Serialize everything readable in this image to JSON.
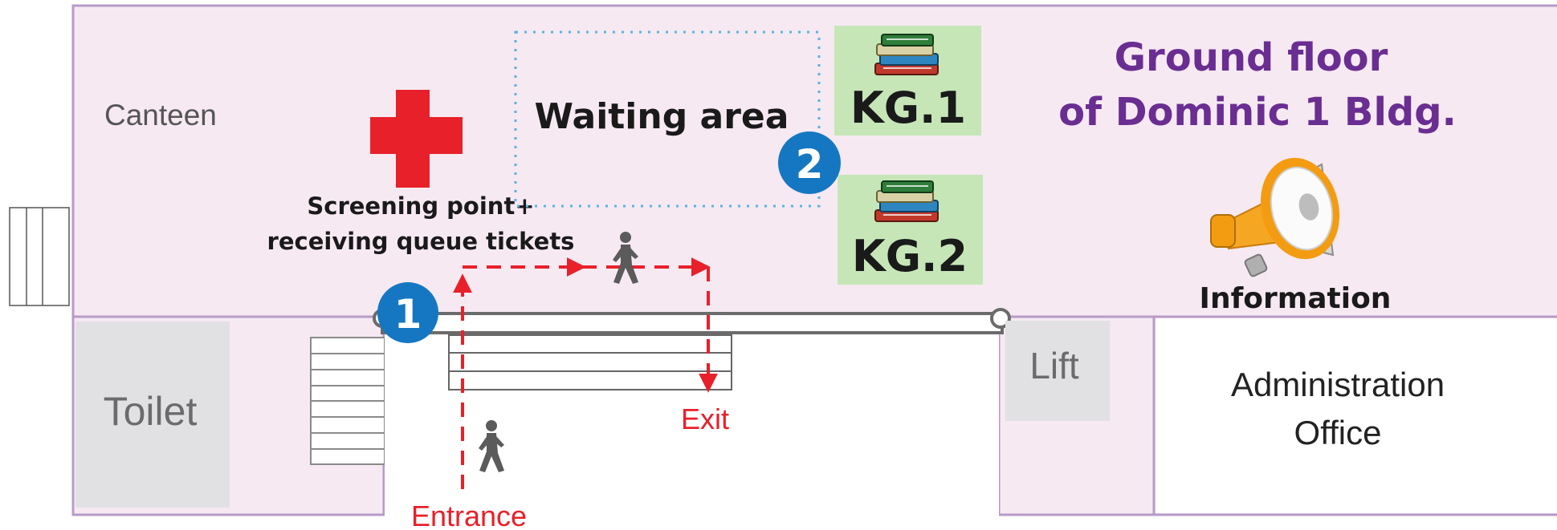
{
  "title": {
    "line1": "Ground floor",
    "line2": "of Dominic 1 Bldg."
  },
  "rooms": {
    "canteen": "Canteen",
    "toilet": "Toilet",
    "lift": "Lift",
    "admin_line1": "Administration",
    "admin_line2": "Office",
    "waiting_area": "Waiting area",
    "kg1": "KG.1",
    "kg2": "KG.2"
  },
  "labels": {
    "screening_line1": "Screening point+",
    "screening_line2": "receiving queue tickets",
    "information": "Information",
    "entrance": "Entrance",
    "exit": "Exit"
  },
  "markers": {
    "marker1": "1",
    "marker2": "2"
  },
  "colors": {
    "title_purple": "#6a2d91",
    "floor_pink": "#f6e9f2",
    "wall_purple": "#b89bc8",
    "route_red": "#e8202a",
    "marker_blue": "#1577c2",
    "kg_green": "#c6e6b8",
    "room_gray": "#e1e1e3"
  },
  "icons": {
    "first_aid": "red-cross-icon",
    "books": "books-icon",
    "megaphone": "megaphone-icon",
    "walker": "person-walking-icon"
  }
}
